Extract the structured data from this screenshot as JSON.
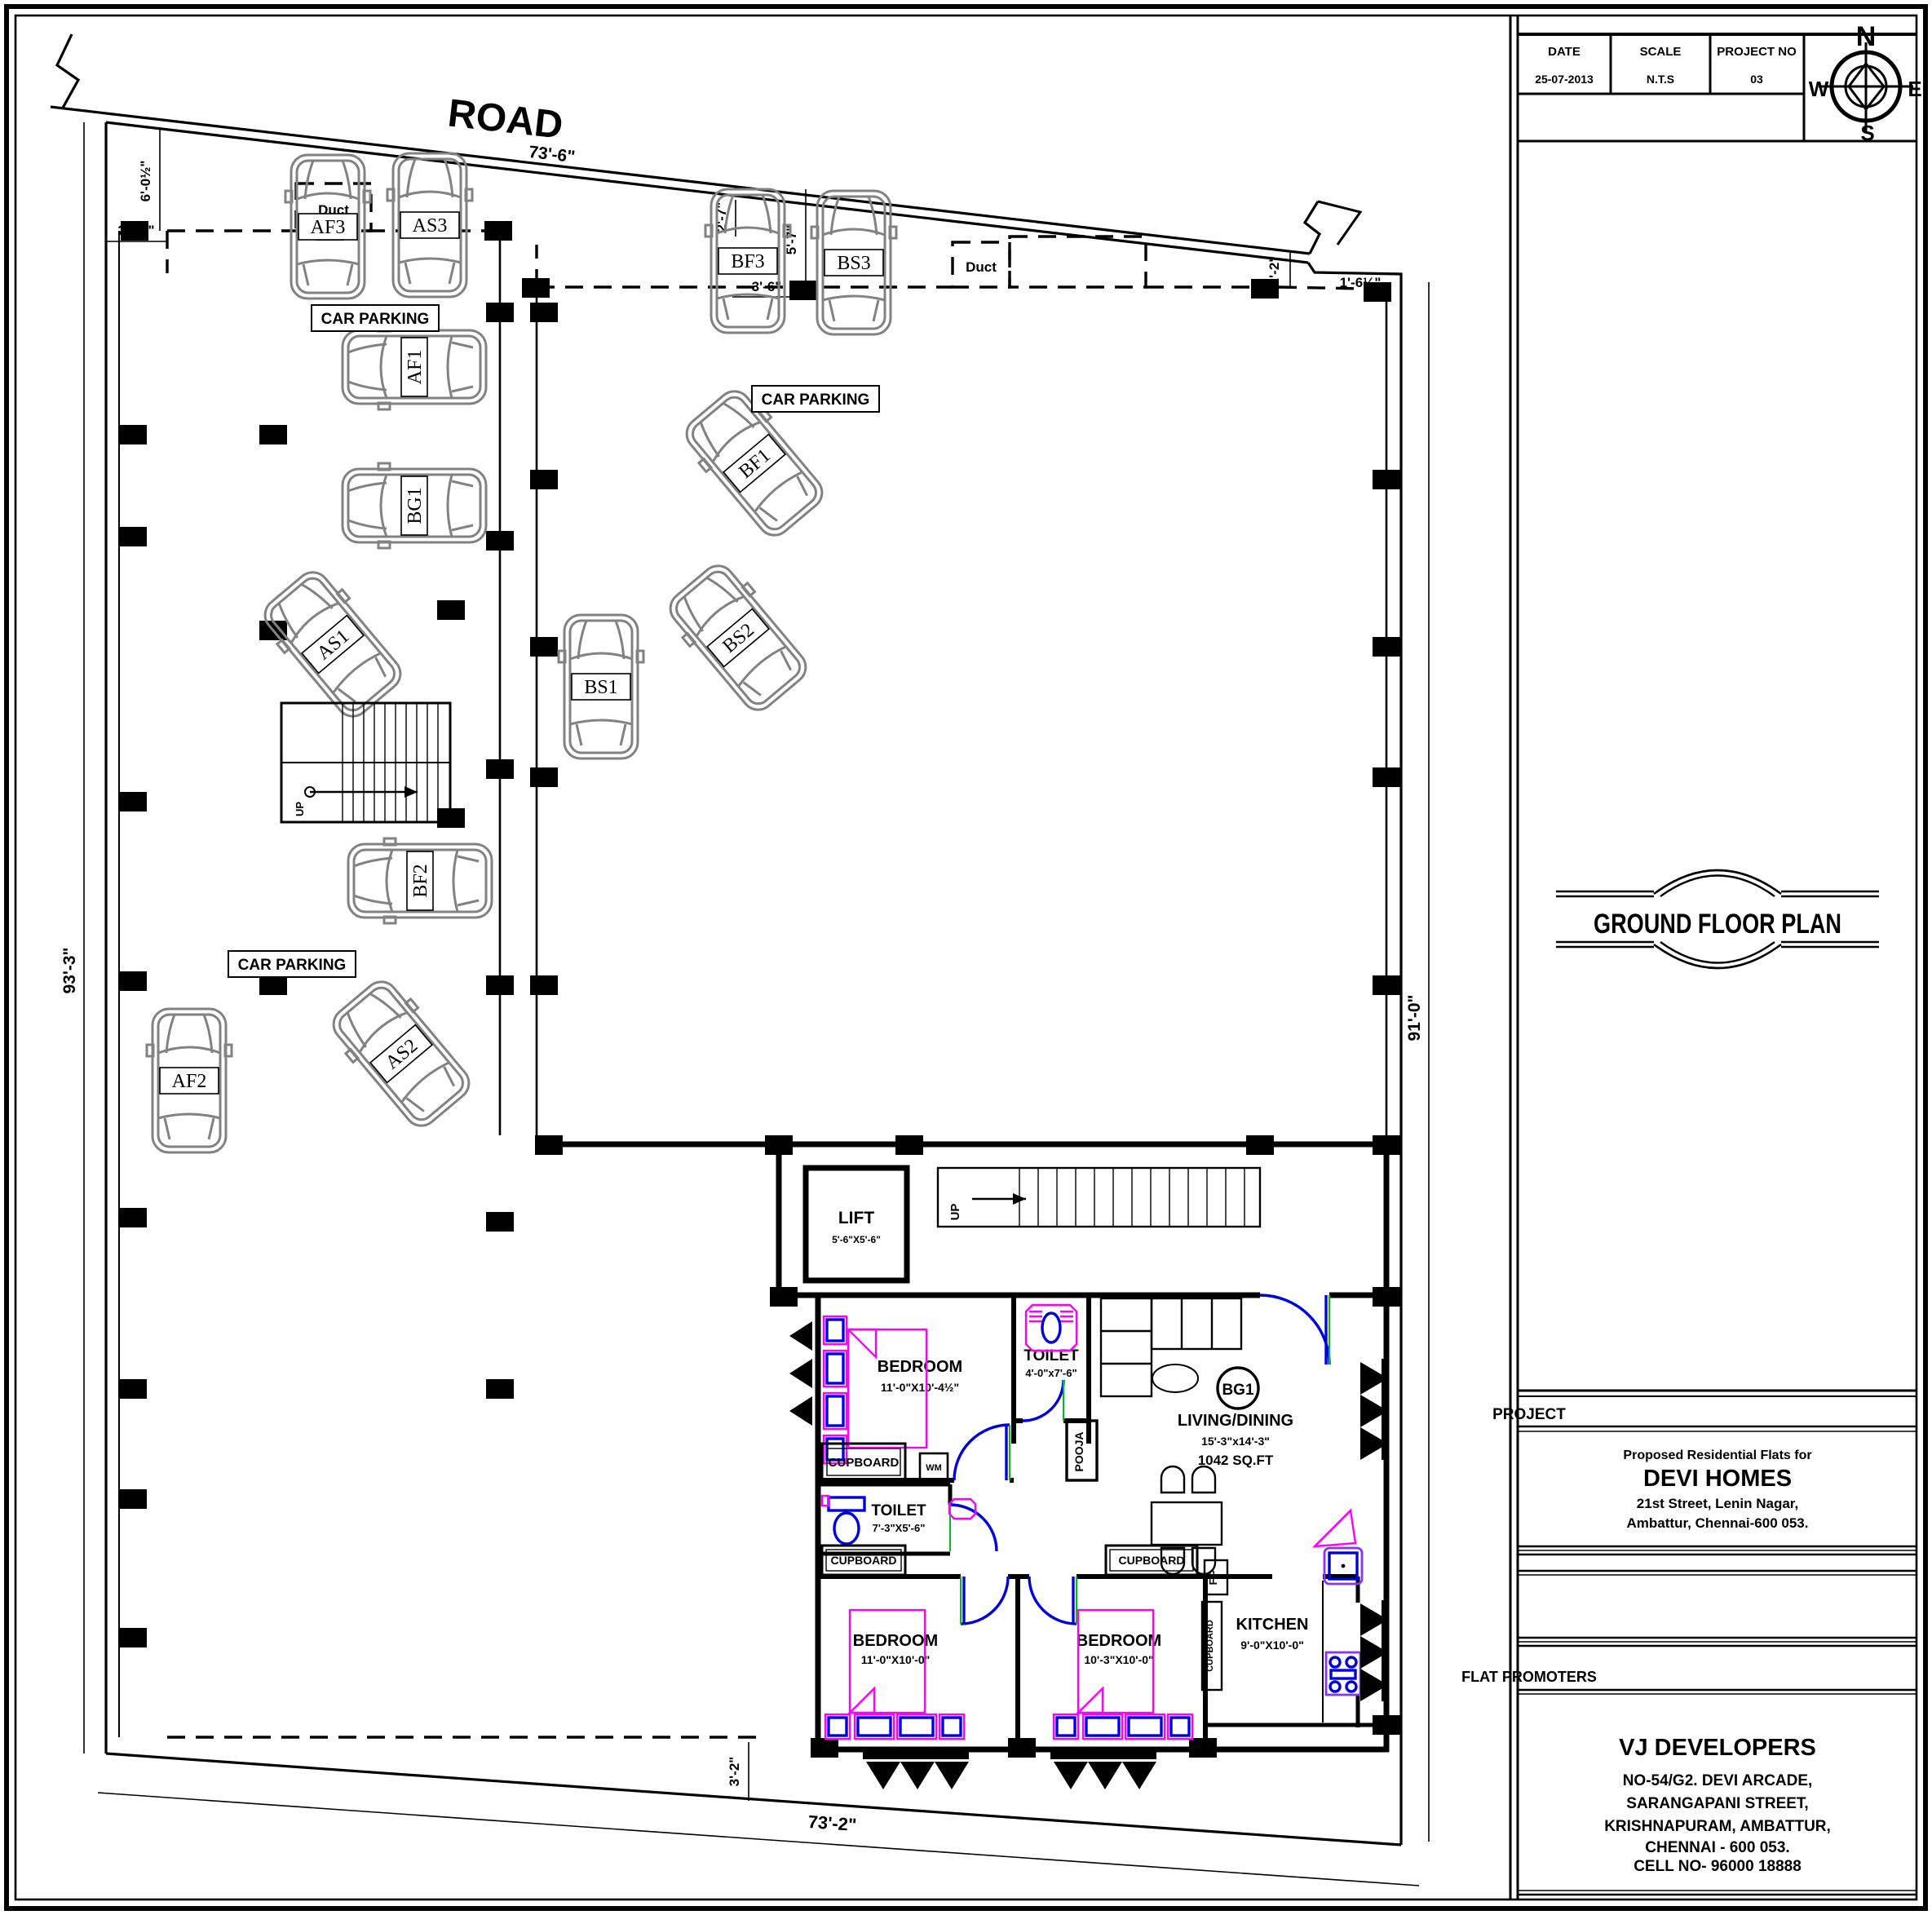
{
  "sheet": {
    "title_block": {
      "date_label": "DATE",
      "date_value": "25-07-2013",
      "scale_label": "SCALE",
      "scale_value": "N.T.S",
      "project_no_label": "PROJECT NO",
      "project_no_value": "03",
      "compass": {
        "n": "N",
        "e": "E",
        "s": "S",
        "w": "W"
      },
      "drawing_title": "GROUND FLOOR PLAN",
      "project_section_label": "PROJECT",
      "project_details": [
        "Proposed Residential Flats for",
        "DEVI HOMES",
        "21st Street, Lenin Nagar,",
        "Ambattur, Chennai-600 053."
      ],
      "promoters_section_label": "FLAT PROMOTERS",
      "promoter_details": [
        "VJ DEVELOPERS",
        "NO-54/G2. DEVI ARCADE,",
        "SARANGAPANI STREET,",
        "KRISHNAPURAM, AMBATTUR,",
        "CHENNAI - 600 053.",
        "CELL NO- 96000 18888"
      ]
    },
    "plan": {
      "road_label": "ROAD",
      "duct_label": "Duct",
      "car_parking_label": "CAR PARKING",
      "up_label": "UP",
      "dims": {
        "road": "73'-6\"",
        "left": "93'-3\"",
        "right": "91'-0\"",
        "bottom": "73'-2\"",
        "d1": "6'-0½\"",
        "d2": "2'-11\"",
        "d3": "2'-7\"",
        "d4": "5'-7\"",
        "d5": "3'-6\"",
        "d6": "2'-2\"",
        "d7": "1'-6½\"",
        "d8": "3'-2\""
      },
      "cars": [
        {
          "label": "AF3"
        },
        {
          "label": "AS3"
        },
        {
          "label": "AF1"
        },
        {
          "label": "BG1"
        },
        {
          "label": "AS1"
        },
        {
          "label": "BF2"
        },
        {
          "label": "AS2"
        },
        {
          "label": "AF2"
        },
        {
          "label": "BF3"
        },
        {
          "label": "BS3"
        },
        {
          "label": "BF1"
        },
        {
          "label": "BS2"
        },
        {
          "label": "BS1"
        }
      ],
      "lift": {
        "name": "LIFT",
        "size": "5'-6\"X5'-6\""
      },
      "flat": {
        "unit": "BG1",
        "living": {
          "name": "LIVING/DINING",
          "size": "15'-3\"x14'-3\"",
          "area": "1042 SQ.FT"
        },
        "bedroom1": {
          "name": "BEDROOM",
          "size": "11'-0\"X10'-4½\""
        },
        "bedroom2": {
          "name": "BEDROOM",
          "size": "11'-0\"X10'-0\""
        },
        "bedroom3": {
          "name": "BEDROOM",
          "size": "10'-3\"X10'-0\""
        },
        "toilet1": {
          "name": "TOILET",
          "size": "4'-0\"x7'-6\""
        },
        "toilet2": {
          "name": "TOILET",
          "size": "7'-3\"X5'-6\""
        },
        "kitchen": {
          "name": "KITCHEN",
          "size": "9'-0\"X10'-0\""
        },
        "pooja": "POOJA",
        "cupboard": "CUPBOARD",
        "wm": "WM",
        "fp": "F.P"
      }
    }
  }
}
